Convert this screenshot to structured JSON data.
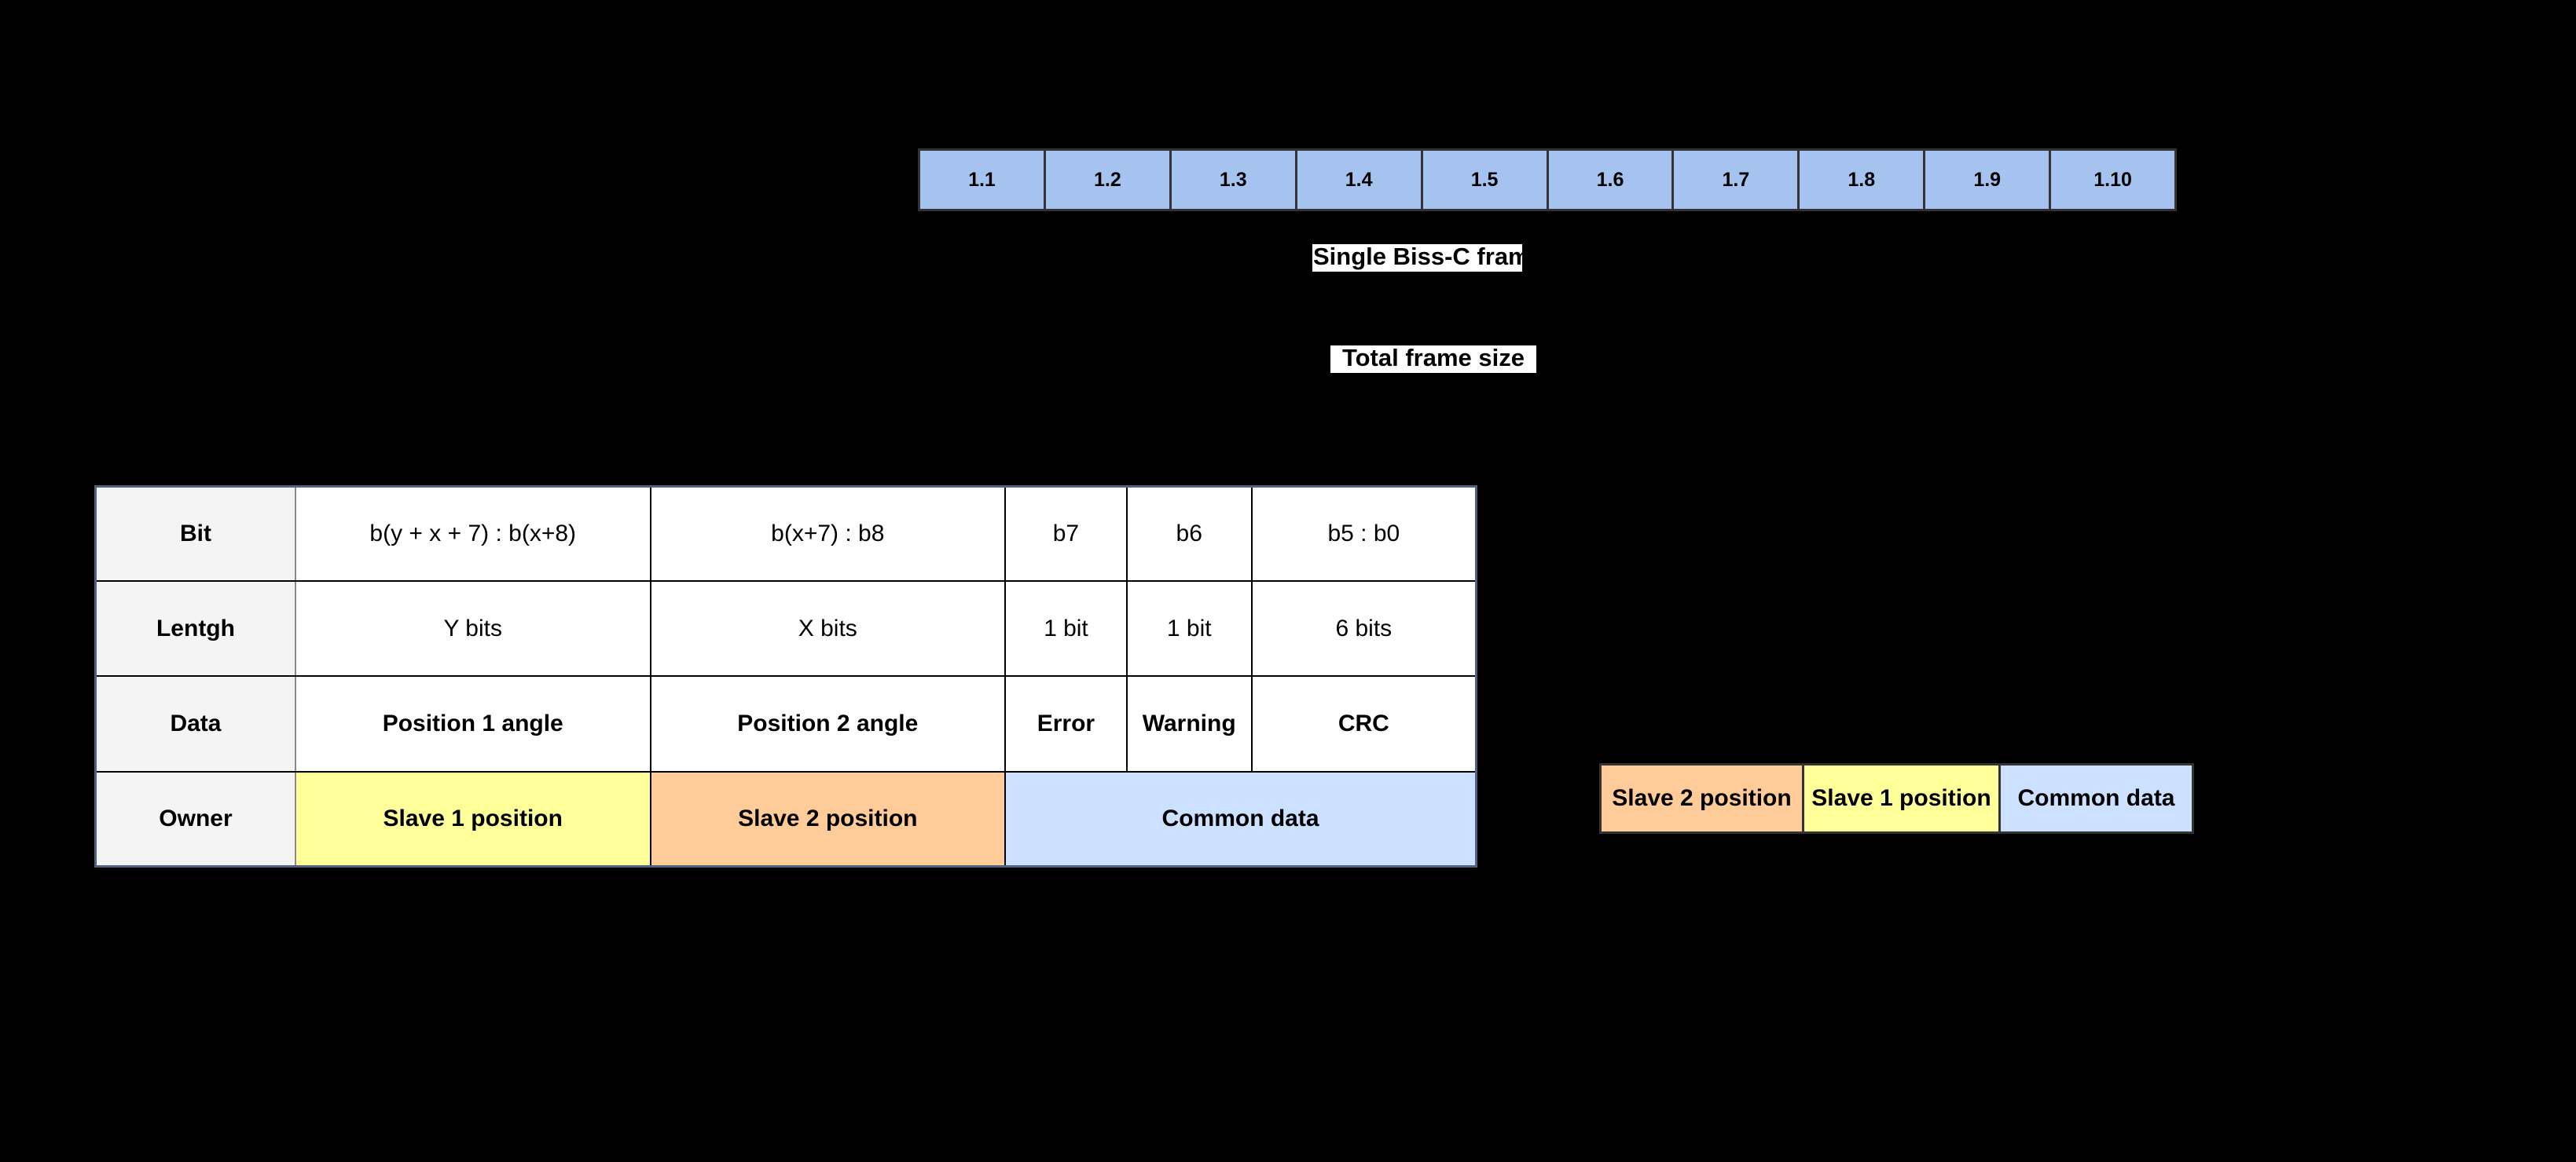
{
  "diagram": {
    "frame_strip": {
      "name": "Single Biss-C frame cells",
      "cell_color": "#a6c3f0",
      "border_color": "#333333",
      "cells": [
        {
          "label": "1.1"
        },
        {
          "label": "1.2"
        },
        {
          "label": "1.3"
        },
        {
          "label": "1.4"
        },
        {
          "label": "1.5"
        },
        {
          "label": "1.6"
        },
        {
          "label": "1.7"
        },
        {
          "label": "1.8"
        },
        {
          "label": "1.9"
        },
        {
          "label": "1.10"
        }
      ]
    },
    "callouts": {
      "single_frame": "Single Biss-C fram",
      "total_frame": "Total frame size"
    },
    "table": {
      "row_headers": [
        "Bit",
        "Lentgh",
        "Data",
        "Owner"
      ],
      "rows": [
        {
          "header": "Bit",
          "cells": [
            "b(y + x + 7) : b(x+8)",
            "b(x+7) : b8",
            "b7",
            "b6",
            "b5 : b0"
          ]
        },
        {
          "header": "Lentgh",
          "cells": [
            "Y bits",
            "X bits",
            "1 bit",
            "1 bit",
            "6 bits"
          ]
        },
        {
          "header": "Data",
          "cells": [
            "Position 1 angle",
            "Position 2 angle",
            "Error",
            "Warning",
            "CRC"
          ]
        },
        {
          "header": "Owner",
          "cells": [
            "Slave 1 position",
            "Slave 2 position",
            "Common data"
          ]
        }
      ]
    },
    "legend": {
      "items": [
        {
          "label": "Slave 2 position",
          "color": "#ffcc99"
        },
        {
          "label": "Slave 1 position",
          "color": "#ffff99"
        },
        {
          "label": "Common data",
          "color": "#cce0ff"
        }
      ]
    },
    "colors": {
      "frame_blue": "#a6c3f0",
      "slave1_yellow": "#ffff99",
      "slave2_orange": "#ffcc99",
      "common_blue": "#cce0ff",
      "row_header_gray": "#f4f4f4",
      "table_outer_border": "#4f617f",
      "background": "#000000"
    }
  }
}
